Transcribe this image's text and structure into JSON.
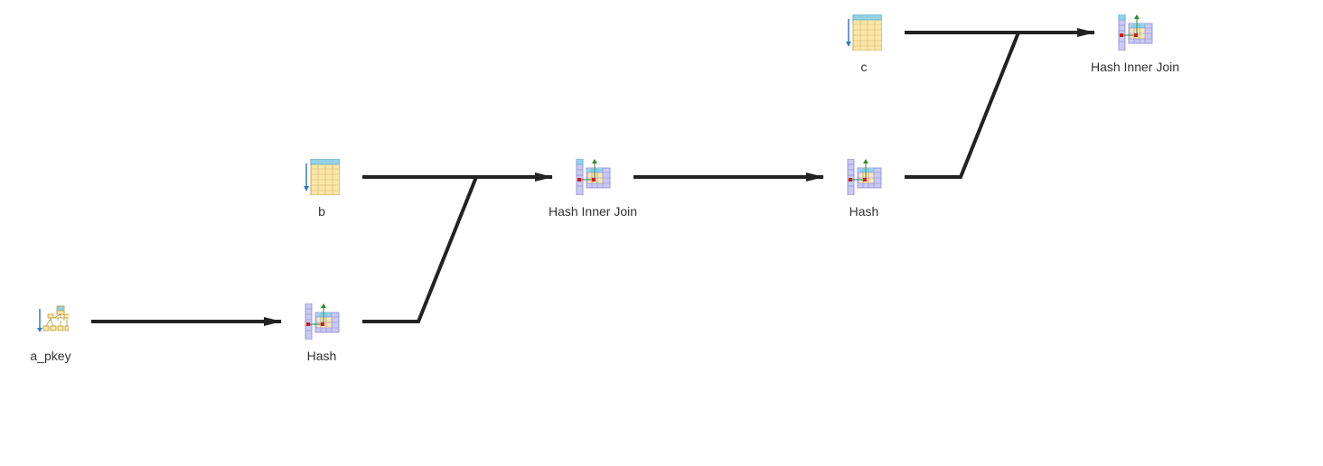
{
  "colors": {
    "edge": "#222222",
    "label": "#333333",
    "table_header": "#8ed4ee",
    "table_cell": "#fbe7a8",
    "hash_column": "#c9c9f4",
    "hash_marker": "#d91a1a",
    "arrow_green": "#2e8b2e",
    "scan_arrow": "#2f7fbf"
  },
  "nodes": {
    "a_pkey": {
      "label": "a_pkey",
      "icon": "index-scan-icon"
    },
    "hash_1": {
      "label": "Hash",
      "icon": "hash-icon"
    },
    "b": {
      "label": "b",
      "icon": "seq-scan-icon"
    },
    "join_1": {
      "label": "Hash Inner Join",
      "icon": "hash-join-icon"
    },
    "hash_2": {
      "label": "Hash",
      "icon": "hash-icon"
    },
    "c": {
      "label": "c",
      "icon": "seq-scan-icon"
    },
    "join_2": {
      "label": "Hash Inner Join",
      "icon": "hash-join-icon"
    }
  },
  "edges": [
    {
      "from": "a_pkey",
      "to": "hash_1"
    },
    {
      "from": "b",
      "to": "join_1"
    },
    {
      "from": "hash_1",
      "to": "join_1"
    },
    {
      "from": "join_1",
      "to": "hash_2"
    },
    {
      "from": "c",
      "to": "join_2"
    },
    {
      "from": "hash_2",
      "to": "join_2"
    }
  ]
}
